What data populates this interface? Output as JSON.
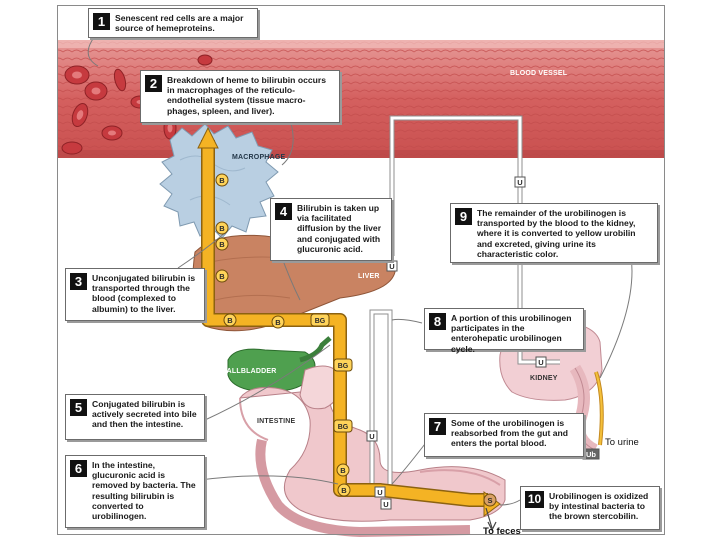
{
  "labels": {
    "blood_vessel": "BLOOD VESSEL",
    "macrophage": "MACROPHAGE",
    "liver": "LIVER",
    "gallbladder": "GALLBLADDER",
    "intestine": "INTESTINE",
    "kidney": "KIDNEY",
    "to_urine": "To urine",
    "to_feces": "To feces"
  },
  "markers": {
    "bilirubin": "B",
    "conjugated": "BG",
    "urobilinogen": "U",
    "stercobilin": "S",
    "urobilin": "Ub"
  },
  "steps": [
    {
      "number": "1",
      "text": "Senescent red cells are a major source of hemeproteins."
    },
    {
      "number": "2",
      "text": "Breakdown of heme to bilirubin occurs in macrophages of the reticulo-endothelial system (tissue macro-phages, spleen, and liver)."
    },
    {
      "number": "3",
      "text": "Unconjugated bilirubin is transported through the blood (complexed to albumin) to the liver."
    },
    {
      "number": "4",
      "text": "Bilirubin is taken up via facilitated diffusion by the liver and conjugated with glucuronic acid."
    },
    {
      "number": "5",
      "text": "Conjugated bilirubin is actively secreted into bile and then the intestine."
    },
    {
      "number": "6",
      "text": "In the intestine, glucuronic acid is removed by bacteria. The resulting bilirubin is converted to urobilinogen."
    },
    {
      "number": "7",
      "text": "Some of the urobilinogen is reabsorbed from the gut and enters the portal blood."
    },
    {
      "number": "8",
      "text": "A portion of this urobilinogen participates in the enterohepatic urobilinogen cycle."
    },
    {
      "number": "9",
      "text": "The remainder of the urobilinogen is transported by the blood to the kidney, where it is converted to yellow urobilin and excreted, giving urine its characteristic color."
    },
    {
      "number": "10",
      "text": "Urobilinogen is oxidized by intestinal bacteria to the brown stercobilin."
    }
  ],
  "colors": {
    "vessel": "#d96d6f",
    "vessel_light": "#f2b7b5",
    "rbc": "#c63a3f",
    "macrophage": "#b9cfe2",
    "liver": "#c98362",
    "gallbladder": "#4fa04f",
    "kidney": "#f2cfd4",
    "intestine": "#f0c8cc",
    "pathway": "#f4b324",
    "pathway_edge": "#8c6210"
  }
}
